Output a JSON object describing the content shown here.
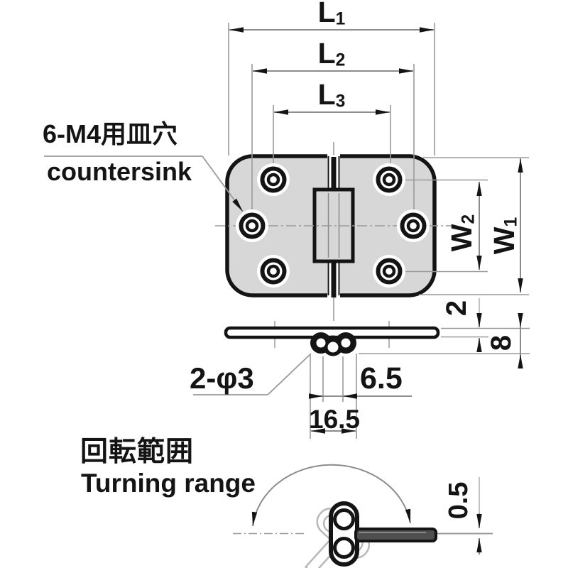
{
  "labels": {
    "hole_note_jp": "6-M4用皿穴",
    "hole_note_en": "countersink",
    "pin_note": "2-φ3",
    "turning_range_jp": "回転範囲",
    "turning_range_en": "Turning range"
  },
  "dimensions": {
    "l1": {
      "base": "L",
      "sub": "1"
    },
    "l2": {
      "base": "L",
      "sub": "2"
    },
    "l3": {
      "base": "L",
      "sub": "3"
    },
    "w1": {
      "base": "W",
      "sub": "1"
    },
    "w2": {
      "base": "W",
      "sub": "2"
    },
    "leaf_thickness": "2",
    "knuckle_height": "8",
    "pin_spacing": "6.5",
    "knuckle_width": "16.5",
    "center_offset": "0.5"
  },
  "colors": {
    "line": "#141414",
    "dim_line": "#8c8c8c",
    "ext_line": "#9a9a9a",
    "body_fill": "#d7d7d7",
    "ghost": "#b8b8b8",
    "leaf_fill": "#4f4f4f",
    "background": "#ffffff"
  }
}
